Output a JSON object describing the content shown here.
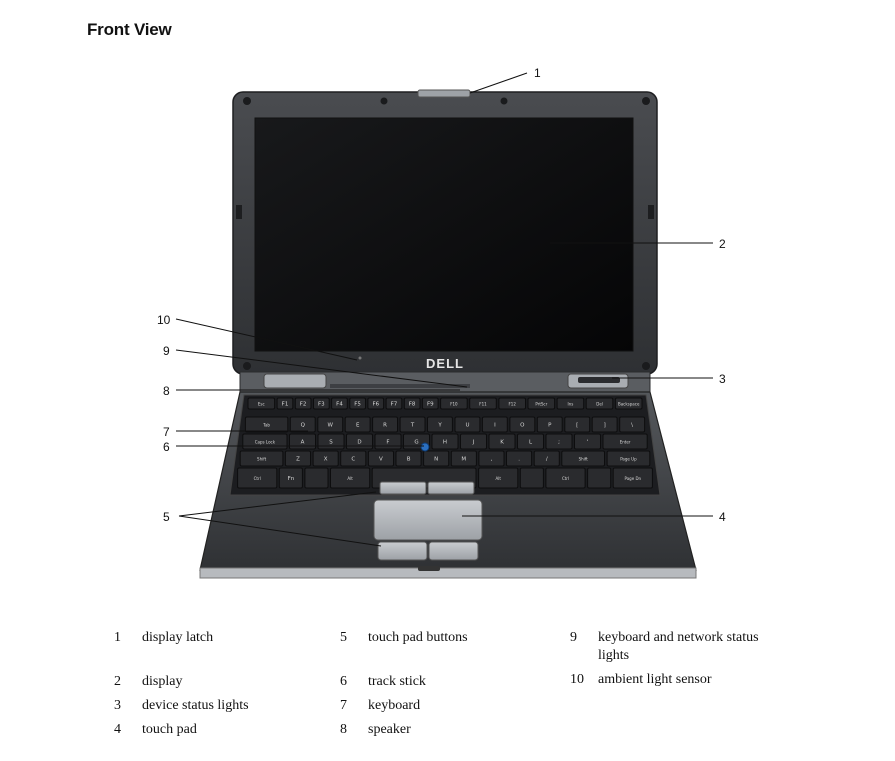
{
  "page": {
    "title": "Front View"
  },
  "brand": {
    "logo_text": "DELL"
  },
  "callouts": [
    "1",
    "2",
    "3",
    "4",
    "5",
    "6",
    "7",
    "8",
    "9",
    "10"
  ],
  "keyboard": {
    "row1": [
      "Esc",
      "F1",
      "F2",
      "F3",
      "F4",
      "F5",
      "F6",
      "F7",
      "F8",
      "F9",
      "F10",
      "F11",
      "F12",
      "PrtScr",
      "Ins",
      "Del",
      "Backspace"
    ],
    "row2": [
      "Tab",
      "Q",
      "W",
      "E",
      "R",
      "T",
      "Y",
      "U",
      "I",
      "O",
      "P",
      "[",
      "]",
      "\\"
    ],
    "row3": [
      "Caps Lock",
      "A",
      "S",
      "D",
      "F",
      "G",
      "H",
      "J",
      "K",
      "L",
      ";",
      "'",
      "Enter"
    ],
    "row4": [
      "Shift",
      "Z",
      "X",
      "C",
      "V",
      "B",
      "N",
      "M",
      ",",
      ".",
      "/",
      "Shift",
      "Page Up"
    ],
    "row5": [
      "Ctrl",
      "Fn",
      "",
      "Alt",
      "",
      "Alt",
      "",
      "Ctrl",
      "",
      "Page Dn"
    ]
  },
  "legend": [
    {
      "num": "1",
      "label": "display latch"
    },
    {
      "num": "2",
      "label": "display"
    },
    {
      "num": "3",
      "label": "device status lights"
    },
    {
      "num": "4",
      "label": "touch pad"
    },
    {
      "num": "5",
      "label": "touch pad buttons"
    },
    {
      "num": "6",
      "label": "track stick"
    },
    {
      "num": "7",
      "label": "keyboard"
    },
    {
      "num": "8",
      "label": "speaker"
    },
    {
      "num": "9",
      "label": "keyboard and network status lights"
    },
    {
      "num": "10",
      "label": "ambient light sensor"
    }
  ],
  "colors": {
    "chassis": "#3a3c40",
    "screen": "#0b0b0c",
    "keycap": "#2a2b2e",
    "palmrest": "#4a4c50",
    "silver": "#b9bcc0"
  }
}
